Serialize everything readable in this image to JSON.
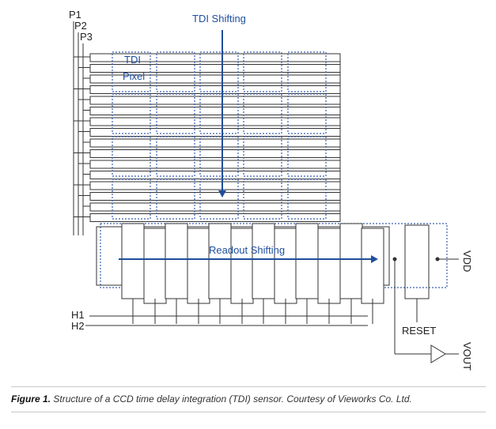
{
  "diagram": {
    "labels": {
      "p1": "P1",
      "p2": "P2",
      "p3": "P3",
      "tdi_line1": "TDI",
      "tdi_line2": "Pixel",
      "tdi_shifting": "TDI Shifting",
      "readout_shifting": "Readout Shifting",
      "h1": "H1",
      "h2": "H2",
      "reset": "RESET",
      "vdd": "VDD",
      "vout": "VOUT"
    },
    "colors": {
      "line": "#333333",
      "accent": "#1f4e9c",
      "dotted": "#3a5fb0"
    }
  },
  "caption": {
    "label": "Figure 1.",
    "text": "Structure of a CCD time delay integration (TDI) sensor. Courtesy of Vieworks Co. Ltd."
  }
}
